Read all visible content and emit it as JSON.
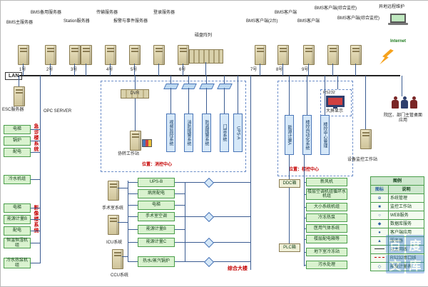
{
  "lan_label": "LAN",
  "internet_label": "Internet",
  "remote_label": "异地远程维护",
  "top_labels": [
    "BMS主服务器",
    "BMS备用服务器",
    "Station服务器",
    "传输服务器",
    "报警与事件服务器",
    "登录服务器",
    "磁盘阵列",
    "BMS客户端(2台)",
    "BMS客户端",
    "BMS客户端",
    "BMS客户端(综合监控)",
    "BMS客户端(综合监控)"
  ],
  "ports": [
    "1号",
    "2号",
    "3号",
    "4号",
    "5号",
    "6号",
    "7号",
    "8号",
    "9号"
  ],
  "left": {
    "esc": "ESC服务器",
    "opc": "OPC SERVER",
    "group1_title": "急诊楼系统",
    "group1": [
      "电梯",
      "锅炉",
      "配电",
      "冷水机组"
    ],
    "group2_title": "影像楼系统",
    "group2": [
      "电梯",
      "能源计量B",
      "配电",
      "恒温恒湿机组",
      "冷水热泵机组"
    ]
  },
  "center": {
    "dvr": "DVR",
    "converter": "协转工作站",
    "location": "位置：消控中心",
    "blue_boxes": [
      "视频监控系统",
      "消防报警系统",
      "防盗报警系统",
      "门禁系统",
      "UPS-A"
    ],
    "systems": [
      "手术室系统",
      "ICU系统",
      "CCU系统"
    ],
    "green_boxes": [
      "UPS-B",
      "病房配电",
      "电梯",
      "手术室空调",
      "能源计量B",
      "能源计量C",
      "热水/蒸汽锅炉"
    ],
    "building": "综合大楼"
  },
  "right": {
    "rs232": "RS232",
    "big_screen": "大屏显示",
    "location": "位置：楼控中心",
    "blue_boxes": [
      "能源计量A",
      "楼控自动化系统",
      "楼控中心管理"
    ],
    "workstation": "设备监控工作站",
    "users": "院区、部门主管桌面应用",
    "ddc": "DDC箱",
    "plc": "PLC箱",
    "green_boxes": [
      "新风机",
      "楼层空调机组循环水机组",
      "大小系统机组",
      "冷冻热泵",
      "医用气体系统",
      "楼层配电箱等",
      "地下室冷冻站",
      "污水处理"
    ]
  },
  "legend": {
    "title": "图例",
    "col_icon": "图标",
    "col_desc": "说明",
    "rows": [
      {
        "icon": "gear-icon",
        "glyph": "⊕",
        "label": "系统管理"
      },
      {
        "icon": "workstation-icon",
        "glyph": "■",
        "label": "监控工作站"
      },
      {
        "icon": "web-icon",
        "glyph": "○",
        "label": "WEB服务"
      },
      {
        "icon": "database-icon",
        "glyph": "◆",
        "label": "数据库服务"
      },
      {
        "icon": "client-icon",
        "glyph": "●",
        "label": "客户端应用"
      },
      {
        "icon": "server-icon",
        "glyph": "▲",
        "label": "服务器"
      },
      {
        "icon": "ethernet-line-icon",
        "glyph": "",
        "label": "以太网线"
      },
      {
        "icon": "serial-line-icon",
        "glyph": "",
        "label": "RS232串口线"
      },
      {
        "icon": "meter-icon",
        "glyph": "◇",
        "label": "能量计量表"
      }
    ]
  },
  "watermark": {
    "chars": [
      "百",
      "度",
      "文",
      "库"
    ]
  }
}
